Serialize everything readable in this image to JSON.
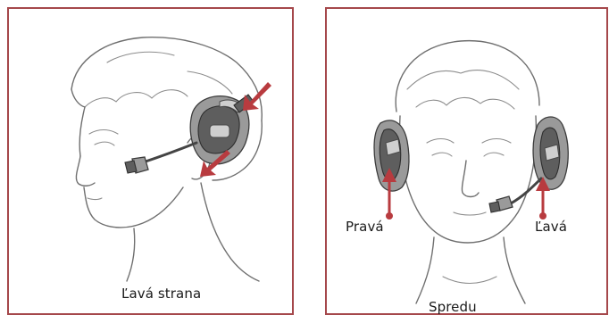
{
  "panels": [
    {
      "caption": "Ľavá strana",
      "view": "side",
      "icons": [
        "head-side-illustration",
        "headset-icon",
        "press-arrow-icon"
      ]
    },
    {
      "caption": "Spredu",
      "view": "front",
      "icons": [
        "head-front-illustration",
        "headset-icon",
        "arrow-up-icon"
      ],
      "labels": {
        "right": "Pravá",
        "left": "Ľavá"
      }
    }
  ],
  "colors": {
    "frame": "#a5484b",
    "arrow": "#b83b3f"
  }
}
